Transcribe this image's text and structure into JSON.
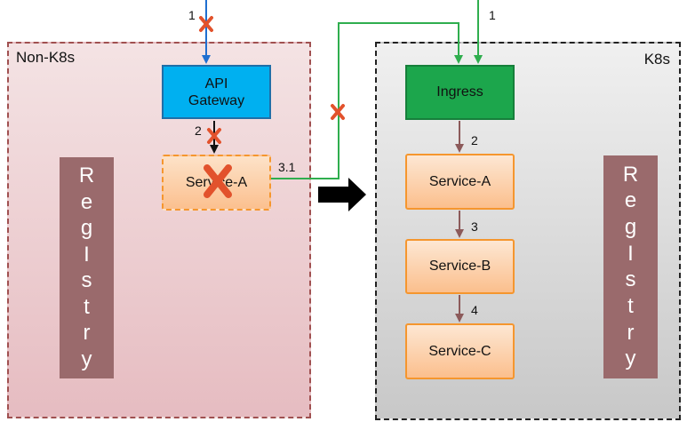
{
  "non_k8s": {
    "title": "Non-K8s",
    "api_gateway": "API\nGateway",
    "service_a": "Service-A",
    "registry_letters": [
      "R",
      "e",
      "g",
      "I",
      "s",
      "t",
      "r",
      "y"
    ]
  },
  "k8s": {
    "title": "K8s",
    "ingress": "Ingress",
    "service_a": "Service-A",
    "service_b": "Service-B",
    "service_c": "Service-C",
    "registry_letters": [
      "R",
      "e",
      "g",
      "I",
      "s",
      "t",
      "r",
      "y"
    ]
  },
  "edge_labels": {
    "left_in": "1",
    "right_in": "1",
    "gw_to_svc": "2",
    "svc_to_k8s": "3.1",
    "ing_to_a": "2",
    "a_to_b": "3",
    "b_to_c": "4"
  },
  "colors": {
    "blue_flow": "#1f6fd0",
    "green_flow": "#2fae4e",
    "k8s_arrow": "#8c5a5a",
    "x_mark": "#e2522c"
  }
}
